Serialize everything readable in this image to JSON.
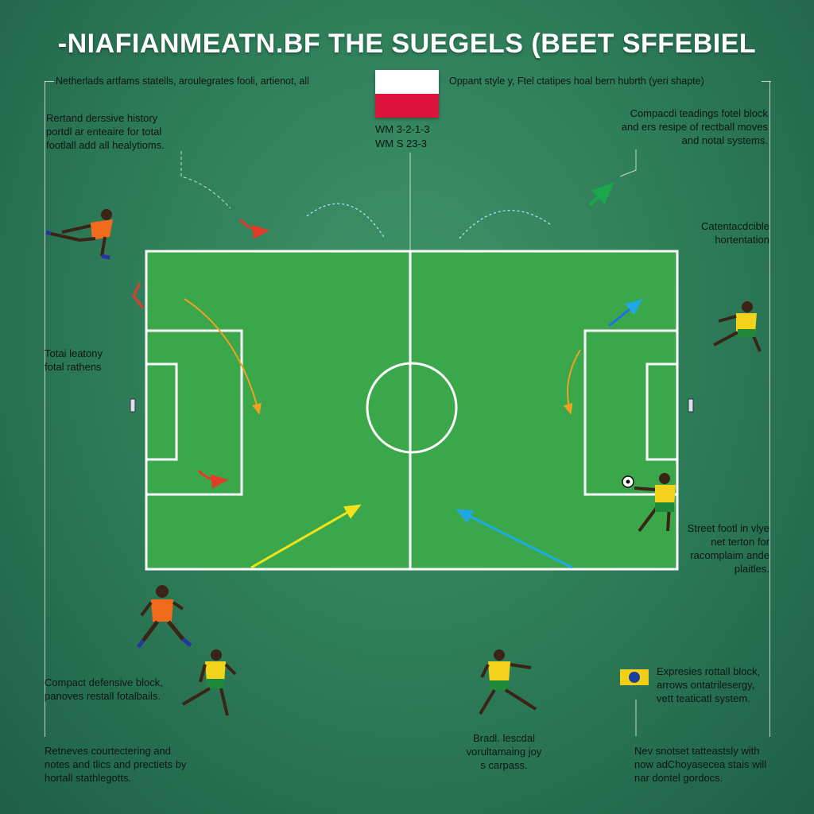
{
  "title": "-NIAFIANMEATN.BF THE SUEGELS (BEET SFFEBIEL",
  "colors": {
    "background": "#2f7f5a",
    "pitch": "#3aa84a",
    "pitch_lines": "#ffffff",
    "netherlands_kit": "#f26a1b",
    "brazil_kit": "#f2d21a",
    "brazil_shorts": "#1f8a3a",
    "arrow_yellow": "#f2e21a",
    "arrow_blue": "#1fa8e6",
    "arrow_red": "#e23b2a",
    "arrow_green": "#1aa84a"
  },
  "header": {
    "left_caption": "Netherlads artfams statells, aroulegrates fooli, artienot, all",
    "right_caption": "Oppant style y, Ftel ctatipes hoal bern hubrth (yeri shapte)"
  },
  "center": {
    "formation_lines": [
      "WM 3-2-1-3",
      "WM S 23-3"
    ],
    "flag_icon": "poland-flag-icon"
  },
  "left_notes": [
    "Rertand derssive history portdl ar enteaire for total footlall add all healytioms.",
    "Totai leatony fotal rathens",
    "Compact defensive block, panoves restall fotalbails.",
    "Retneves courtectering and notes and tlics and prectiets by hortall stathlegotts."
  ],
  "right_notes": [
    "Compacdi teadings fotel block and ers resipe of rectball moves and notal systems.",
    "Catentacdcible hortentation",
    "Street footl in vlye net terton for racomplaim ande plaitles.",
    "Expresies rottall block, arrows ontatrilesergy, vett teaticatl system.",
    "Nev snotset tatteastsly with now adChoyasecea stais will nar dontel gordocs."
  ],
  "bottom_center_note": "Bradl. lescdal vorultamaing joy s carpass.",
  "bottom_flag_icon": "brazil-flag-icon",
  "players": [
    {
      "team": "netherlands",
      "icon": "netherlands-player-icon"
    },
    {
      "team": "netherlands",
      "icon": "netherlands-player-icon"
    },
    {
      "team": "brazil",
      "icon": "brazil-player-icon"
    },
    {
      "team": "brazil",
      "icon": "brazil-player-icon"
    },
    {
      "team": "brazil",
      "icon": "brazil-player-icon"
    },
    {
      "team": "brazil",
      "icon": "brazil-player-icon"
    }
  ]
}
